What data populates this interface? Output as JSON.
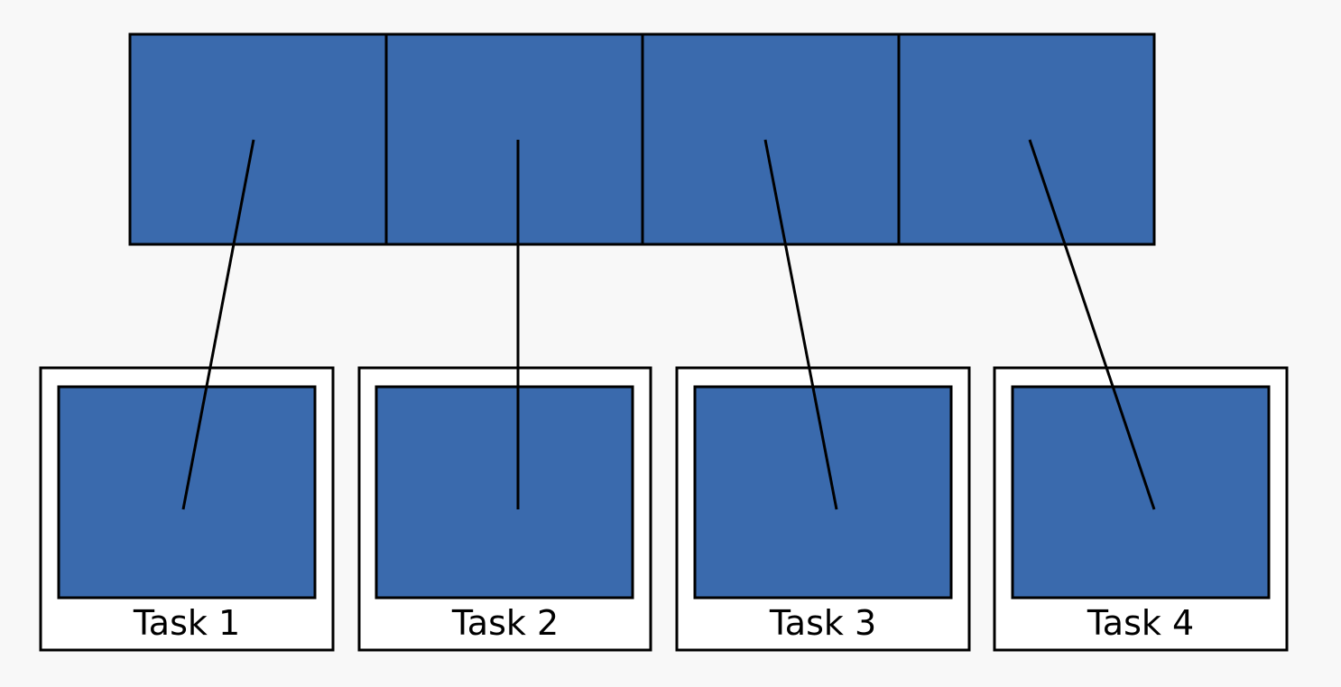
{
  "colors": {
    "background": "#f8f8f8",
    "block_fill": "#3a6aad",
    "stroke": "#000000",
    "task_card_fill": "#ffffff"
  },
  "diagram": {
    "segment_count": 4,
    "tasks": [
      {
        "label": "Task 1"
      },
      {
        "label": "Task 2"
      },
      {
        "label": "Task 3"
      },
      {
        "label": "Task 4"
      }
    ]
  }
}
